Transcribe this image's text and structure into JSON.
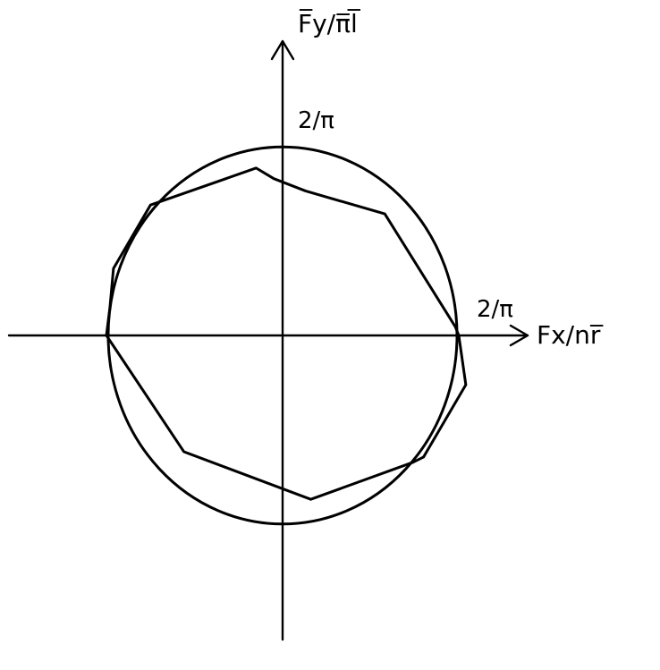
{
  "labels": {
    "y_axis": "F̅y/π̅l̅",
    "x_axis": "Fx/nr̅",
    "y_tick": "2/π",
    "x_tick": "2/π"
  },
  "ellipse": {
    "cx": 0,
    "cy": 0,
    "rx": 0.99,
    "ry": 1.07
  },
  "polygon": [
    [
      -1.0,
      0.0
    ],
    [
      -0.98,
      0.16
    ],
    [
      -0.96,
      0.38
    ],
    [
      -0.75,
      0.74
    ],
    [
      -0.15,
      0.95
    ],
    [
      -0.05,
      0.89
    ],
    [
      0.13,
      0.82
    ],
    [
      0.58,
      0.69
    ],
    [
      0.98,
      0.05
    ],
    [
      1.0,
      0.0
    ],
    [
      1.04,
      -0.28
    ],
    [
      0.8,
      -0.69
    ],
    [
      0.74,
      -0.72
    ],
    [
      0.16,
      -0.93
    ],
    [
      -0.56,
      -0.66
    ],
    [
      -1.0,
      0.0
    ]
  ],
  "colors": {
    "ink": "#000000",
    "background": "#ffffff"
  }
}
